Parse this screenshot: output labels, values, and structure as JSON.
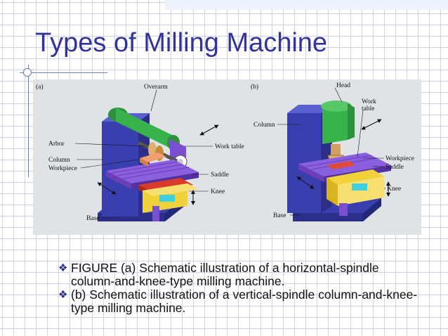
{
  "slide": {
    "title": "Types of Milling Machine",
    "bullets": [
      "FIGURE (a) Schematic illustration of a horizontal-spindle column-and-knee-type milling machine.",
      "(b) Schematic illustration of a vertical-spindle column-and-knee-type milling machine."
    ],
    "bullet_icon": "diamond-bullet-icon"
  },
  "figure": {
    "panel_a": {
      "tag": "(a)",
      "labels": {
        "overarm": "Overarm",
        "arbor": "Arbor",
        "column": "Column",
        "workpiece": "Workpiece",
        "work_table": "Work table",
        "saddle": "Saddle",
        "knee": "Knee",
        "base": "Base"
      }
    },
    "panel_b": {
      "tag": "(b)",
      "labels": {
        "head": "Head",
        "work": "Work",
        "table": "table",
        "column": "Column",
        "workpiece": "Workpiece",
        "saddle": "Saddle",
        "knee": "Knee",
        "base": "Base"
      }
    }
  },
  "colors": {
    "title": "#33339a",
    "grid": "#c9d3ea",
    "column_blue": "#3a3fb0",
    "overarm_green": "#38b24a",
    "table_purple": "#7a4fd0",
    "knee_yellow": "#f2d23a",
    "workpiece_red": "#d93a2a"
  }
}
